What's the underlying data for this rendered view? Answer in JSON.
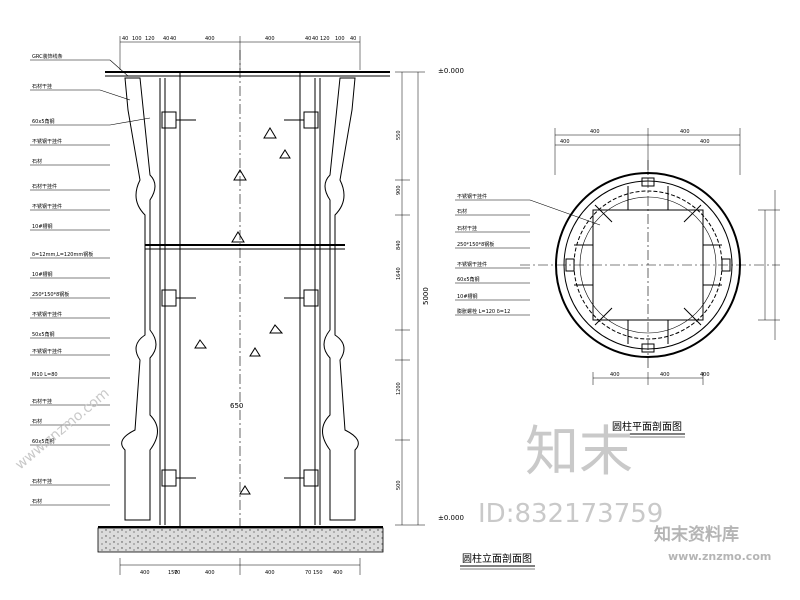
{
  "section": {
    "title": "圆柱立面剖面图",
    "top_dims": [
      "40",
      "100",
      "120",
      "40",
      "40",
      "400",
      "400",
      "40",
      "40",
      "120",
      "100",
      "40"
    ],
    "bottom_dims": [
      "400",
      "150",
      "70",
      "400",
      "400",
      "70",
      "150",
      "400"
    ],
    "side_dims": [
      "550",
      "900",
      "840",
      "1640",
      "1200",
      "500"
    ],
    "total_dim": "5000",
    "center_dim": "650",
    "level_top": "±0.000",
    "level_bottom": "±0.000",
    "callouts": [
      "GRC装饰线条",
      "石材干挂",
      "60x5角钢",
      "不锈钢干挂件",
      "石材",
      "石材干挂件",
      "不锈钢干挂件",
      "10#槽钢",
      "δ=12mm,L=120mm钢板",
      "10#槽钢",
      "250*150*8钢板",
      "不锈钢干挂件",
      "50x5角钢",
      "不锈钢干挂件",
      "M10 L=80",
      "石材干挂",
      "石材",
      "60x5角钢",
      "石材干挂",
      "石材"
    ]
  },
  "plan": {
    "title": "圆柱平面剖面图",
    "top_dims": [
      "400",
      "400",
      "400",
      "400"
    ],
    "bottom_dims": [
      "400",
      "400",
      "400"
    ],
    "callouts": [
      "不锈钢干挂件",
      "石材",
      "石材干挂",
      "250*150*8钢板",
      "不锈钢干挂件",
      "60x5角钢",
      "10#槽钢",
      "膨胀螺栓 L=120 δ=12"
    ]
  },
  "watermark": {
    "brand": "知末",
    "id_label": "ID:832173759",
    "site_cn": "知末资料库",
    "url": "www.znzmo.com",
    "diag": "www.znzmo.com"
  }
}
